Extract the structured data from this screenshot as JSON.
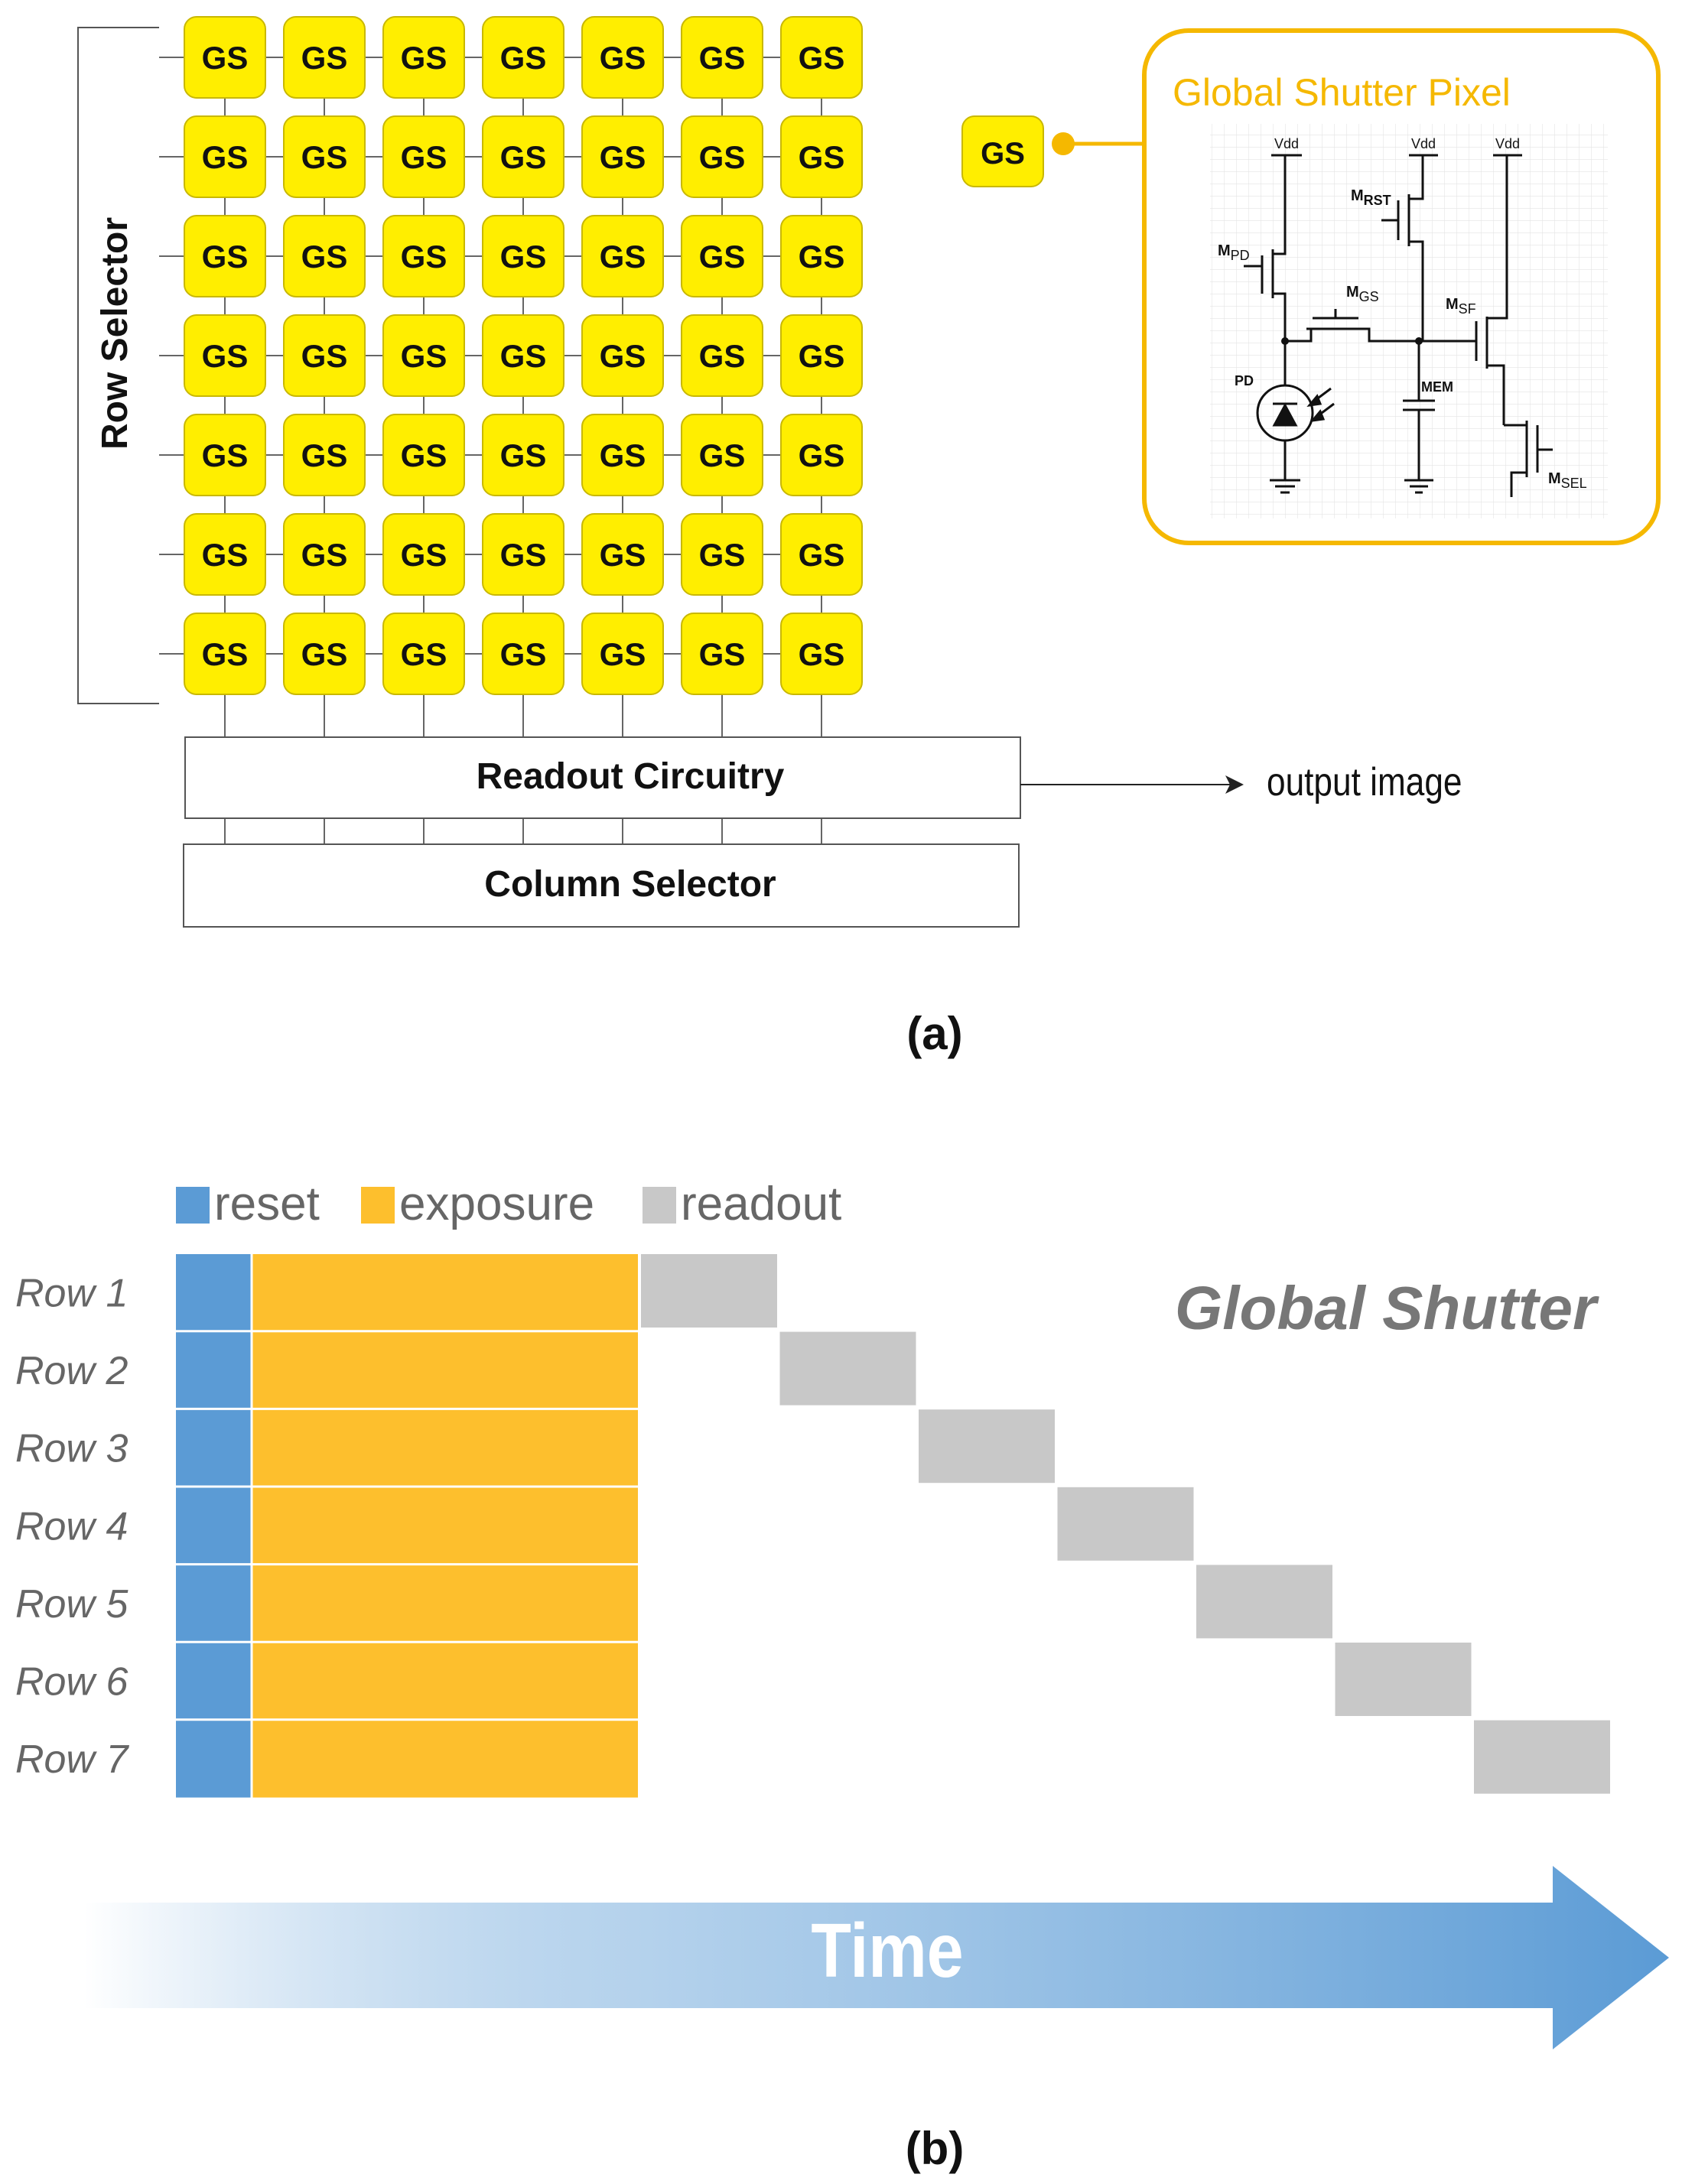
{
  "panel_a": {
    "cell_label": "GS",
    "grid_rows": 7,
    "grid_cols": 7,
    "row_selector_label": "Row Selector",
    "readout_label": "Readout Circuitry",
    "column_selector_label": "Column Selector",
    "output_label": "output image",
    "callout_cell_label": "GS",
    "pixel": {
      "title": "Global Shutter Pixel",
      "vdd_labels": [
        "Vdd",
        "Vdd",
        "Vdd"
      ],
      "mpd": {
        "main": "M",
        "sub": "PD"
      },
      "mrst": {
        "main": "M",
        "sub": "RST"
      },
      "mgs": {
        "main": "M",
        "sub": "GS"
      },
      "msf": {
        "main": "M",
        "sub": "SF"
      },
      "msel": {
        "main": "M",
        "sub": "SEL"
      },
      "pd_label": "PD",
      "mem_label": "MEM"
    },
    "caption": "(a)"
  },
  "panel_b": {
    "legend": [
      {
        "label": "reset",
        "color": "#5b9bd5"
      },
      {
        "label": "exposure",
        "color": "#fdbf2d"
      },
      {
        "label": "readout",
        "color": "#c8c8c8"
      }
    ],
    "title": "Global Shutter",
    "rows": [
      "Row 1",
      "Row 2",
      "Row 3",
      "Row 4",
      "Row 5",
      "Row 6",
      "Row 7"
    ],
    "axis_label": "Time",
    "caption": "(b)"
  },
  "colors": {
    "cell_fill": "#ffee00",
    "accent": "#f5b800",
    "reset": "#5b9bd5",
    "exposure": "#fdbf2d",
    "readout": "#c8c8c8",
    "arrow": "#5b9bd5"
  }
}
